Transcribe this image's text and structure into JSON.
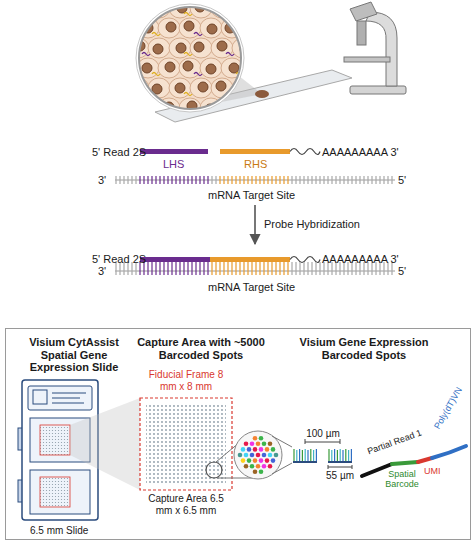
{
  "diagram": {
    "nodes": [
      {
        "text": [
          "Visium CytAssist Spatial Gene Expression Slide",
          "Capture Area with ~5000 Barcoded Spots",
          "Visium Gene Expression Barcoded Spots"
        ]
      },
      {
        "text": [
          "5' Read 2S",
          "LHS",
          "RHS",
          "AAAAAAAAA 3'",
          "3'",
          "mRNA Target Site",
          "5'"
        ]
      },
      {
        "text": [
          "5' Read 2S",
          "AAAAAAAAA 3'",
          "3'",
          "mRNA Target Site",
          "5'"
        ]
      }
    ],
    "edges": [
      {
        "from": 1,
        "to": 2,
        "arrow": "to",
        "label": "Probe Hybridization"
      }
    ],
    "labels": [
      "6.5 mm Slide",
      "Fiducial Frame 8 mm x 8 mm",
      "Capture Area 6.5 mm x 6.5 mm",
      "100 µm",
      "55 µm",
      "Partial Read 1",
      "Spatial Barcode",
      "UMI",
      "Poly(dT)VN"
    ]
  }
}
